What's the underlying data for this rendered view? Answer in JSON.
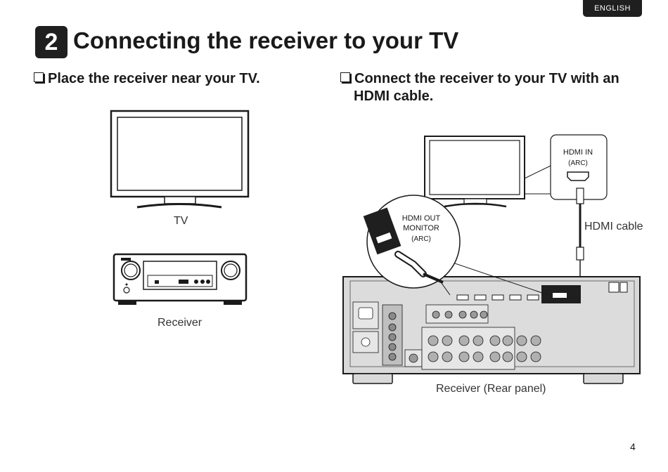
{
  "language_tab": "ENGLISH",
  "step_number": "2",
  "title": "Connecting the receiver to your TV",
  "left_section": {
    "heading": "Place the receiver near your TV.",
    "tv_caption": "TV",
    "receiver_caption": "Receiver"
  },
  "right_section": {
    "heading_line1": "Connect the receiver to your TV with an",
    "heading_line2": "HDMI cable.",
    "hdmi_in_label": "HDMI IN",
    "hdmi_in_sub": "(ARC)",
    "hdmi_out_label_1": "HDMI OUT",
    "hdmi_out_label_2": "MONITOR",
    "hdmi_out_sub": "(ARC)",
    "cable_caption": "HDMI cable",
    "rear_panel_caption": "Receiver (Rear panel)"
  },
  "page_number": "4",
  "colors": {
    "dark": "#1f1f1f",
    "panel": "#d9d9d9",
    "line": "#1a1a1a"
  }
}
